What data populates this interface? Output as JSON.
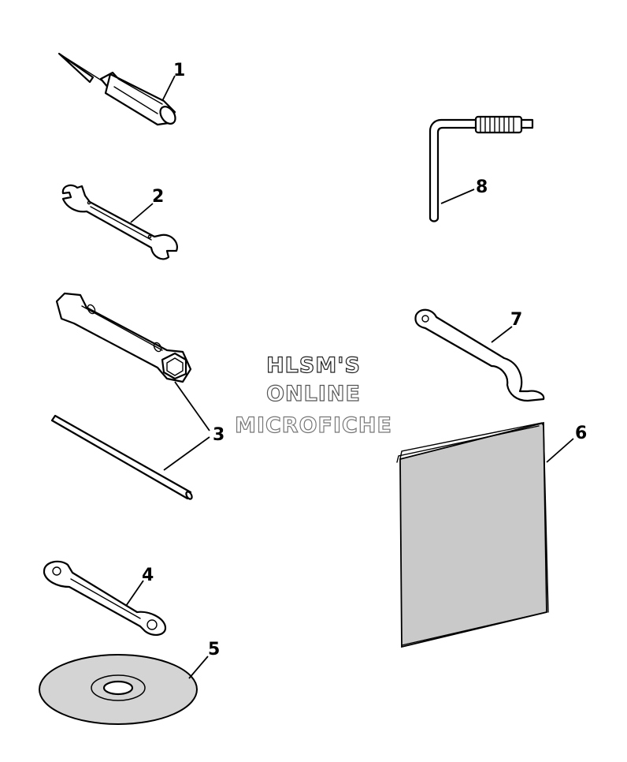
{
  "watermark": {
    "lines": [
      "HLSM'S",
      "ONLINE",
      "MICROFICHE"
    ],
    "colors": [
      "#222222",
      "#555555",
      "#777777"
    ]
  },
  "callouts": [
    {
      "id": "1",
      "label": "1"
    },
    {
      "id": "2",
      "label": "2"
    },
    {
      "id": "3",
      "label": "3"
    },
    {
      "id": "4",
      "label": "4"
    },
    {
      "id": "5",
      "label": "5"
    },
    {
      "id": "6",
      "label": "6"
    },
    {
      "id": "7",
      "label": "7"
    },
    {
      "id": "8",
      "label": "8"
    }
  ]
}
